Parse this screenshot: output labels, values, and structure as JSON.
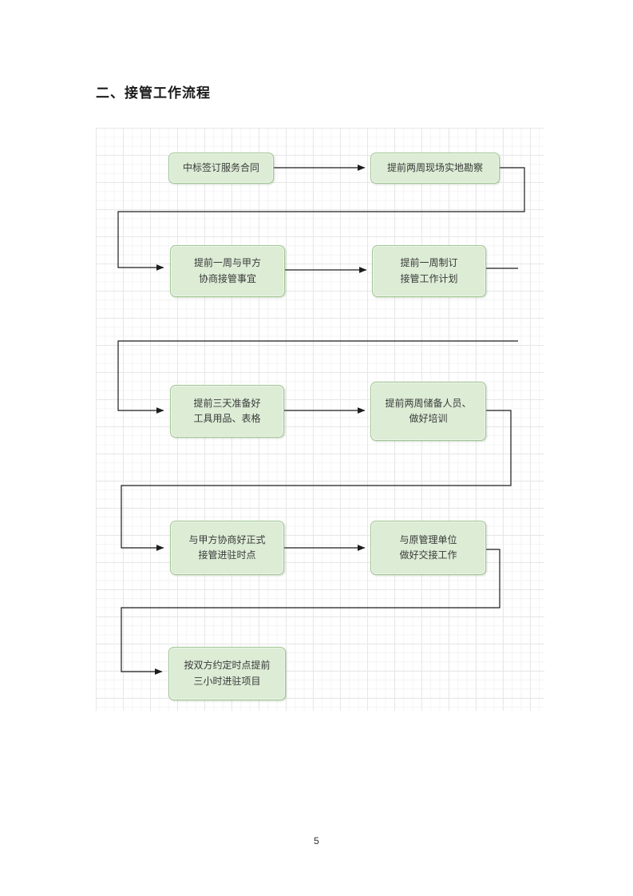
{
  "document": {
    "heading": "二、接管工作流程",
    "page_number": "5"
  },
  "flowchart": {
    "node_fill_color": "#dcecd5",
    "node_border_color": "#a2c794",
    "connector_color": "#1c1c1c",
    "nodes": [
      {
        "id": "sign-contract",
        "label": "中标签订服务合同"
      },
      {
        "id": "site-survey",
        "label": "提前两周现场实地勘察"
      },
      {
        "id": "negotiate-takeover",
        "label": "提前一周与甲方\n协商接管事宜"
      },
      {
        "id": "work-plan",
        "label": "提前一周制订\n接管工作计划"
      },
      {
        "id": "prepare-tools",
        "label": "提前三天准备好\n工具用品、表格"
      },
      {
        "id": "reserve-staff",
        "label": "提前两周储备人员、\n做好培训"
      },
      {
        "id": "agree-entry-time",
        "label": "与甲方协商好正式\n接管进驻时点"
      },
      {
        "id": "handover-work",
        "label": "与原管理单位\n做好交接工作"
      },
      {
        "id": "enter-project",
        "label": "按双方约定时点提前\n三小时进驻项目"
      }
    ],
    "flow_order": "1→2→3→4→5→6→7→8→9"
  }
}
